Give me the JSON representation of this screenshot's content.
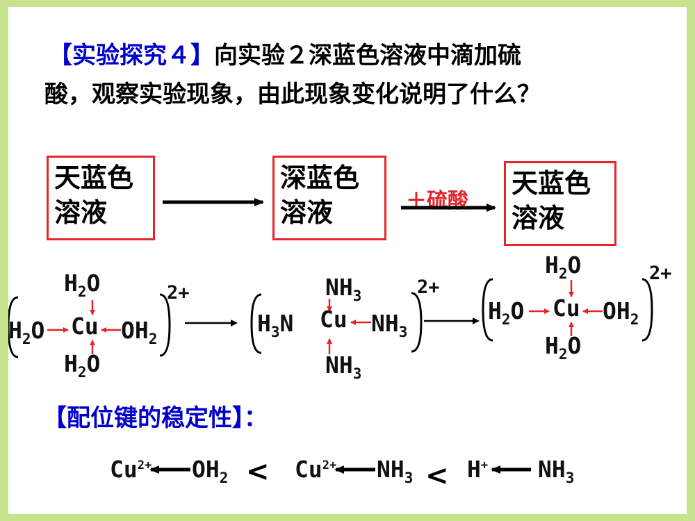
{
  "title": {
    "bracket_label": "【实验探究４】",
    "line1_text": "向实验２深蓝色溶液中滴加硫",
    "line2_text": "酸，观察实验现象，由此现象变化说明了什么？"
  },
  "flow": {
    "box1": {
      "line1": "天蓝色",
      "line2": "溶液"
    },
    "box2": {
      "line1": "深蓝色",
      "line2": "溶液"
    },
    "box3": {
      "line1": "天蓝色",
      "line2": "溶液"
    },
    "acid_label": "＋硫酸"
  },
  "complexes": [
    {
      "center": "Cu",
      "top": {
        "base": "H",
        "sub": "2",
        "tail": "O"
      },
      "left": {
        "base": "H",
        "sub": "2",
        "tail": "O"
      },
      "right": {
        "base": "OH",
        "sub": "2"
      },
      "bottom": {
        "base": "H",
        "sub": "2",
        "tail": "O"
      },
      "charge": "2+"
    },
    {
      "center": "Cu",
      "top": {
        "base": "NH",
        "sub": "3"
      },
      "left": {
        "base": "H",
        "sub": "3",
        "tail": "N"
      },
      "right": {
        "base": "NH",
        "sub": "3"
      },
      "bottom": {
        "base": "NH",
        "sub": "3"
      },
      "charge": "2+"
    },
    {
      "center": "Cu",
      "top": {
        "base": "H",
        "sub": "2",
        "tail": "O"
      },
      "left": {
        "base": "H",
        "sub": "2",
        "tail": "O"
      },
      "right": {
        "base": "OH",
        "sub": "2"
      },
      "bottom": {
        "base": "H",
        "sub": "2",
        "tail": "O"
      },
      "charge": "2+"
    }
  ],
  "stability": {
    "heading": "【配位键的稳定性】：",
    "term1": {
      "ion": "Cu",
      "charge": "2+",
      "ligand": "OH",
      "sub": "2"
    },
    "term2": {
      "ion": "Cu",
      "charge": "2+",
      "ligand": "NH",
      "sub": "3"
    },
    "term3": {
      "ion": "H",
      "charge": "+",
      "ligand": "NH",
      "sub": "3"
    },
    "less_than": "<"
  },
  "colors": {
    "frame": "#c7e38d",
    "box_border": "#e4262b",
    "arrow_red": "#e4262b",
    "heading_blue": "#0000cc"
  }
}
